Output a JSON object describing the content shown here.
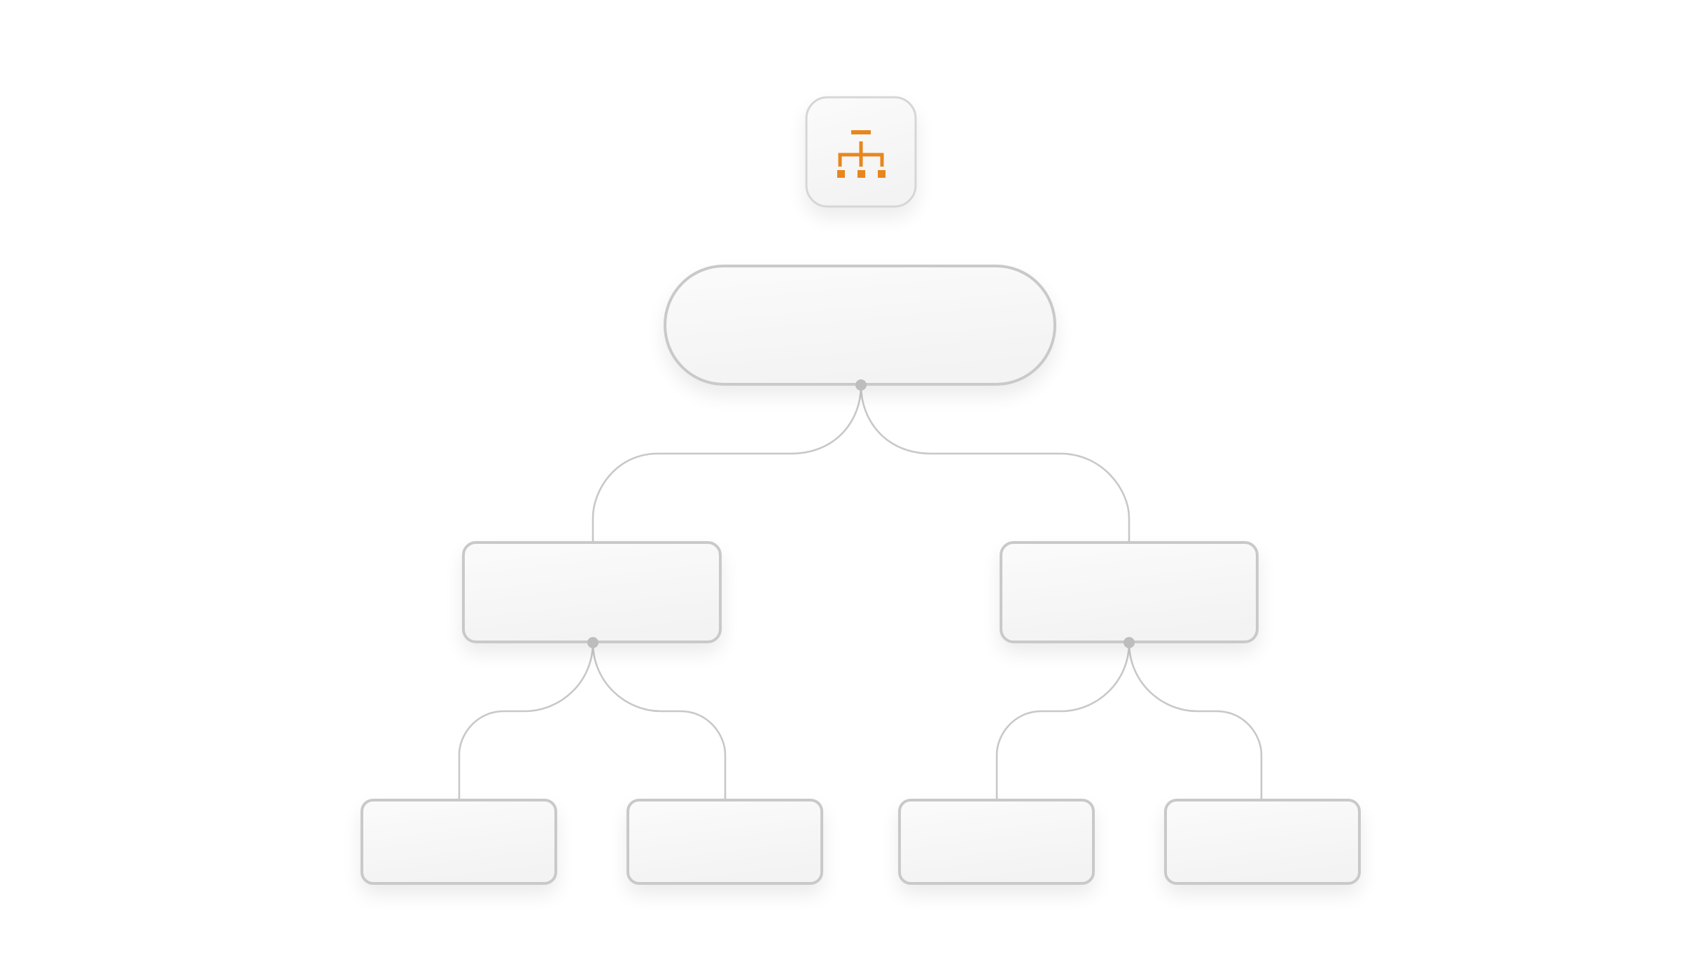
{
  "diagram": {
    "type": "hierarchy-tree",
    "root_icon": "org-chart-icon",
    "colors": {
      "accent": "#e8861e",
      "node_border": "#c9c9c9",
      "node_fill": "#f7f7f7",
      "connector": "#c8c8c8"
    },
    "nodes": [
      {
        "id": "root",
        "label": ""
      },
      {
        "id": "left",
        "label": ""
      },
      {
        "id": "right",
        "label": ""
      },
      {
        "id": "left-left",
        "label": ""
      },
      {
        "id": "left-right",
        "label": ""
      },
      {
        "id": "right-left",
        "label": ""
      },
      {
        "id": "right-right",
        "label": ""
      }
    ],
    "edges": [
      [
        "root",
        "left"
      ],
      [
        "root",
        "right"
      ],
      [
        "left",
        "left-left"
      ],
      [
        "left",
        "left-right"
      ],
      [
        "right",
        "right-left"
      ],
      [
        "right",
        "right-right"
      ]
    ]
  }
}
